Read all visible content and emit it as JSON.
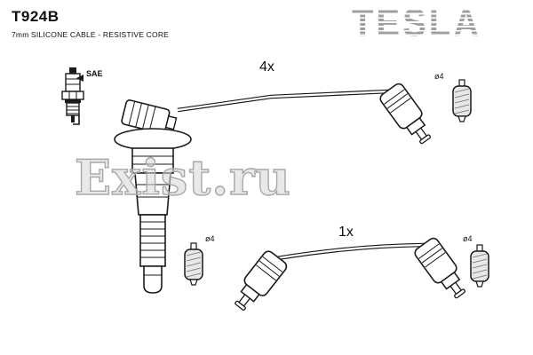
{
  "header": {
    "part_number": "T924B",
    "subtitle": "7mm SILICONE CABLE - RESISTIVE CORE"
  },
  "brand": {
    "logo_text": "TESLA",
    "logo_color": "#9aa0a4"
  },
  "diagram": {
    "sae_label": "SAE",
    "qty_four": "4x",
    "qty_one": "1x",
    "dia_top_right": "ø4",
    "dia_bottom_left": "ø4",
    "dia_bottom_right": "ø4",
    "line_color": "#1a1a1a"
  },
  "watermark": {
    "text": "Exist.ru"
  }
}
